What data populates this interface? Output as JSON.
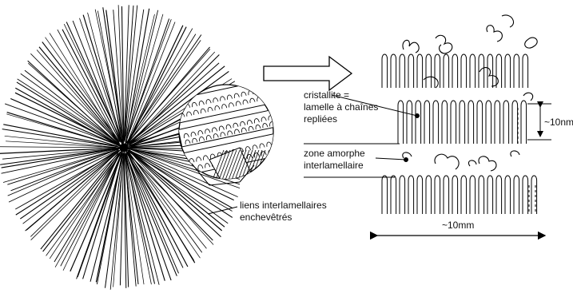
{
  "labels": {
    "crystallite": {
      "line1": "cristallite =",
      "line2": "lamelle à chaînes",
      "line3": "repliées"
    },
    "amorphous": {
      "line1": "zone amorphe",
      "line2": "interlamellaire"
    },
    "links": {
      "line1": "liens interlamellaires",
      "line2": "enchevêtrés"
    },
    "lamella_thickness": "~10nm",
    "spherulite_size": "~10mm"
  }
}
